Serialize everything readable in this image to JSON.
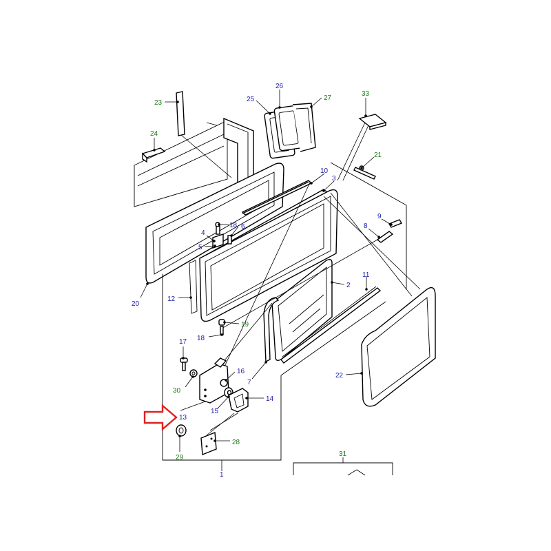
{
  "callouts": [
    {
      "id": "c1",
      "label": "1",
      "color": "#1a1aa8"
    },
    {
      "id": "c2",
      "label": "2",
      "color": "#1a1aa8"
    },
    {
      "id": "c3",
      "label": "3",
      "color": "#1a1aa8"
    },
    {
      "id": "c4",
      "label": "4",
      "color": "#1a1aa8"
    },
    {
      "id": "c5",
      "label": "5",
      "color": "#1a1aa8"
    },
    {
      "id": "c6",
      "label": "6",
      "color": "#1a1aa8"
    },
    {
      "id": "c7",
      "label": "7",
      "color": "#1a1aa8"
    },
    {
      "id": "c8",
      "label": "8",
      "color": "#1a1aa8"
    },
    {
      "id": "c9",
      "label": "9",
      "color": "#1a1aa8"
    },
    {
      "id": "c10",
      "label": "10",
      "color": "#1a1aa8"
    },
    {
      "id": "c11",
      "label": "11",
      "color": "#1a1aa8"
    },
    {
      "id": "c12",
      "label": "12",
      "color": "#1a1aa8"
    },
    {
      "id": "c13",
      "label": "13",
      "color": "#1a1aa8"
    },
    {
      "id": "c14",
      "label": "14",
      "color": "#1a1aa8"
    },
    {
      "id": "c15",
      "label": "15",
      "color": "#1a1aa8"
    },
    {
      "id": "c16",
      "label": "16",
      "color": "#1a1aa8"
    },
    {
      "id": "c17",
      "label": "17",
      "color": "#1a1aa8"
    },
    {
      "id": "c18a",
      "label": "18",
      "color": "#1a1aa8"
    },
    {
      "id": "c18b",
      "label": "18",
      "color": "#1a1aa8"
    },
    {
      "id": "c19",
      "label": "19",
      "color": "#1e7a1e"
    },
    {
      "id": "c20",
      "label": "20",
      "color": "#1a1aa8"
    },
    {
      "id": "c21",
      "label": "21",
      "color": "#1e7a1e"
    },
    {
      "id": "c22",
      "label": "22",
      "color": "#1a1aa8"
    },
    {
      "id": "c23",
      "label": "23",
      "color": "#1e7a1e"
    },
    {
      "id": "c24",
      "label": "24",
      "color": "#1e7a1e"
    },
    {
      "id": "c25",
      "label": "25",
      "color": "#1a1aa8"
    },
    {
      "id": "c26",
      "label": "26",
      "color": "#1a1aa8"
    },
    {
      "id": "c27",
      "label": "27",
      "color": "#1e7a1e"
    },
    {
      "id": "c28",
      "label": "28",
      "color": "#1e7a1e"
    },
    {
      "id": "c29",
      "label": "29",
      "color": "#1e7a1e"
    },
    {
      "id": "c30",
      "label": "30",
      "color": "#1e7a1e"
    },
    {
      "id": "c31",
      "label": "31",
      "color": "#1e7a1e"
    },
    {
      "id": "c33",
      "label": "33",
      "color": "#1e7a1e"
    }
  ],
  "highlight_arrow_color": "#e02020"
}
